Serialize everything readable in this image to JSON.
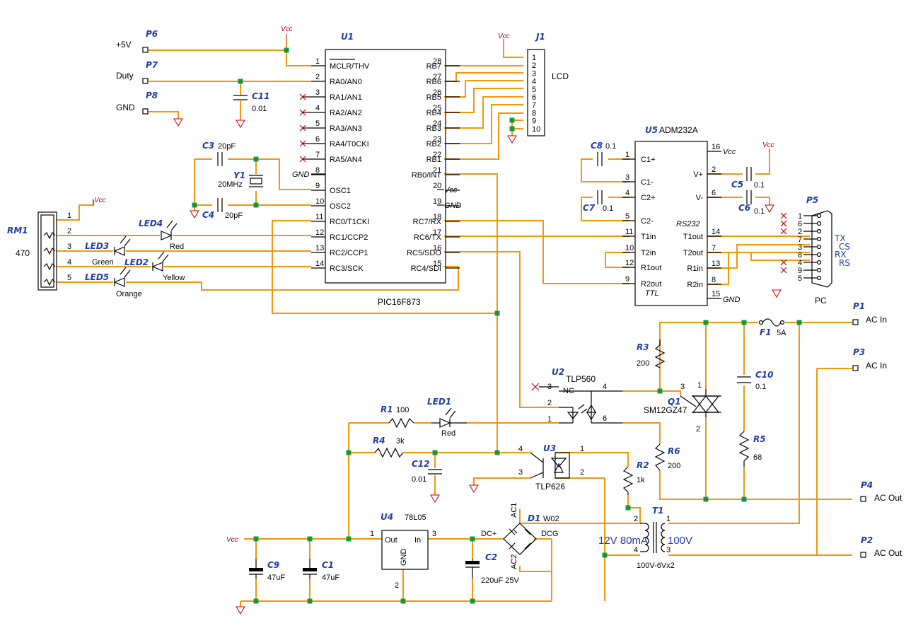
{
  "ports": {
    "P6": {
      "ref": "P6",
      "label": "+5V"
    },
    "P7": {
      "ref": "P7",
      "label": "Duty"
    },
    "P8": {
      "ref": "P8",
      "label": "GND"
    },
    "P1": {
      "ref": "P1",
      "label": "AC In"
    },
    "P3": {
      "ref": "P3",
      "label": "AC In"
    },
    "P4": {
      "ref": "P4",
      "label": "AC Out"
    },
    "P2": {
      "ref": "P2",
      "label": "AC Out"
    },
    "P5": {
      "ref": "P5",
      "label": "PC",
      "signals": [
        "TX",
        "CS",
        "RX",
        "RS"
      ]
    }
  },
  "power": {
    "vcc": "Vcc",
    "gnd": "GND"
  },
  "u1": {
    "ref": "U1",
    "part": "PIC16F873",
    "left_pins": [
      {
        "n": "1",
        "name": "MCLR/THV"
      },
      {
        "n": "2",
        "name": "RA0/AN0"
      },
      {
        "n": "3",
        "name": "RA1/AN1"
      },
      {
        "n": "4",
        "name": "RA2/AN2"
      },
      {
        "n": "5",
        "name": "RA3/AN3"
      },
      {
        "n": "6",
        "name": "RA4/T0CKI"
      },
      {
        "n": "7",
        "name": "RA5/AN4"
      },
      {
        "n": "8",
        "name": ""
      },
      {
        "n": "9",
        "name": "OSC1"
      },
      {
        "n": "10",
        "name": "OSC2"
      },
      {
        "n": "11",
        "name": "RC0/T1CKI"
      },
      {
        "n": "12",
        "name": "RC1/CCP2"
      },
      {
        "n": "13",
        "name": "RC2/CCP1"
      },
      {
        "n": "14",
        "name": "RC3/SCK"
      }
    ],
    "right_pins": [
      {
        "n": "28",
        "name": "RB7"
      },
      {
        "n": "27",
        "name": "RB6"
      },
      {
        "n": "26",
        "name": "RB5"
      },
      {
        "n": "25",
        "name": "RB4"
      },
      {
        "n": "24",
        "name": "RB3"
      },
      {
        "n": "23",
        "name": "RB2"
      },
      {
        "n": "22",
        "name": "RB1"
      },
      {
        "n": "21",
        "name": "RB0/INT"
      },
      {
        "n": "20",
        "name": ""
      },
      {
        "n": "19",
        "name": ""
      },
      {
        "n": "18",
        "name": "RC7/RX"
      },
      {
        "n": "17",
        "name": "RC6/TX"
      },
      {
        "n": "16",
        "name": "RC5/SDO"
      },
      {
        "n": "15",
        "name": "RC4/SDI"
      }
    ]
  },
  "j1": {
    "ref": "J1",
    "label": "LCD",
    "pins": [
      "1",
      "2",
      "3",
      "4",
      "5",
      "6",
      "7",
      "8",
      "9",
      "10"
    ]
  },
  "u5": {
    "ref": "U5",
    "part": "ADM232A",
    "sub1": "RS232",
    "sub2": "TTL",
    "left_pins": [
      {
        "n": "1",
        "name": "C1+"
      },
      {
        "n": "3",
        "name": "C1-"
      },
      {
        "n": "4",
        "name": "C2+"
      },
      {
        "n": "5",
        "name": "C2-"
      },
      {
        "n": "11",
        "name": "T1in"
      },
      {
        "n": "10",
        "name": "T2in"
      },
      {
        "n": "12",
        "name": "R1out"
      },
      {
        "n": "9",
        "name": "R2out"
      }
    ],
    "right_pins": [
      {
        "n": "16",
        "name": ""
      },
      {
        "n": "2",
        "name": "V+"
      },
      {
        "n": "6",
        "name": "V-"
      },
      {
        "n": "14",
        "name": "T1out"
      },
      {
        "n": "7",
        "name": "T2out"
      },
      {
        "n": "13",
        "name": "R1in"
      },
      {
        "n": "8",
        "name": "R2in"
      },
      {
        "n": "15",
        "name": ""
      }
    ]
  },
  "db9_pins": [
    "1",
    "6",
    "2",
    "7",
    "3",
    "8",
    "4",
    "9",
    "5"
  ],
  "rm1": {
    "ref": "RM1",
    "value": "470",
    "pins": [
      "1",
      "2",
      "3",
      "4",
      "5"
    ]
  },
  "components": {
    "C11": {
      "ref": "C11",
      "value": "0.01"
    },
    "C3": {
      "ref": "C3",
      "value": "20pF"
    },
    "C4": {
      "ref": "C4",
      "value": "20pF"
    },
    "Y1": {
      "ref": "Y1",
      "value": "20MHz"
    },
    "C8": {
      "ref": "C8",
      "value": "0.1"
    },
    "C7": {
      "ref": "C7",
      "value": "0.1"
    },
    "C5": {
      "ref": "C5",
      "value": "0.1"
    },
    "C6": {
      "ref": "C6",
      "value": "0.1"
    },
    "LED4": {
      "ref": "LED4",
      "value": "Red"
    },
    "LED3": {
      "ref": "LED3",
      "value": "Green"
    },
    "LED2": {
      "ref": "LED2",
      "value": "Yellow"
    },
    "LED5": {
      "ref": "LED5",
      "value": "Orange"
    },
    "LED1": {
      "ref": "LED1",
      "value": "Red"
    },
    "R1": {
      "ref": "R1",
      "value": "100"
    },
    "R4": {
      "ref": "R4",
      "value": "3k"
    },
    "C12": {
      "ref": "C12",
      "value": "0.01"
    },
    "U2": {
      "ref": "U2",
      "value": "TLP560",
      "nc": "NC",
      "pins": [
        "3",
        "2",
        "1",
        "4",
        "6"
      ]
    },
    "U3": {
      "ref": "U3",
      "value": "TLP626",
      "pins": [
        "4",
        "3",
        "1",
        "2"
      ]
    },
    "R3": {
      "ref": "R3",
      "value": "200"
    },
    "Q1": {
      "ref": "Q1",
      "value": "SM12GZ47",
      "pins": [
        "3",
        "1",
        "2"
      ]
    },
    "F1": {
      "ref": "F1",
      "value": "5A"
    },
    "C10": {
      "ref": "C10",
      "value": "0.1"
    },
    "R5": {
      "ref": "R5",
      "value": "68"
    },
    "R6": {
      "ref": "R6",
      "value": "200"
    },
    "R2": {
      "ref": "R2",
      "value": "1k"
    },
    "T1": {
      "ref": "T1",
      "value": "100V-6Vx2",
      "primary": "100V",
      "secondary": "12V 80mA",
      "pins": [
        "2",
        "4",
        "1",
        "3"
      ]
    },
    "D1": {
      "ref": "D1",
      "value": "W02",
      "dcp": "DC+",
      "dcg": "DCG",
      "ac1": "AC1",
      "ac2": "AC2"
    },
    "U4": {
      "ref": "U4",
      "value": "78L05",
      "out": "Out",
      "in": "In",
      "gnd": "GND",
      "pins": [
        "1",
        "3",
        "2"
      ]
    },
    "C9": {
      "ref": "C9",
      "value": "47uF"
    },
    "C1": {
      "ref": "C1",
      "value": "47uF"
    },
    "C2": {
      "ref": "C2",
      "value": "220uF 25V"
    }
  }
}
